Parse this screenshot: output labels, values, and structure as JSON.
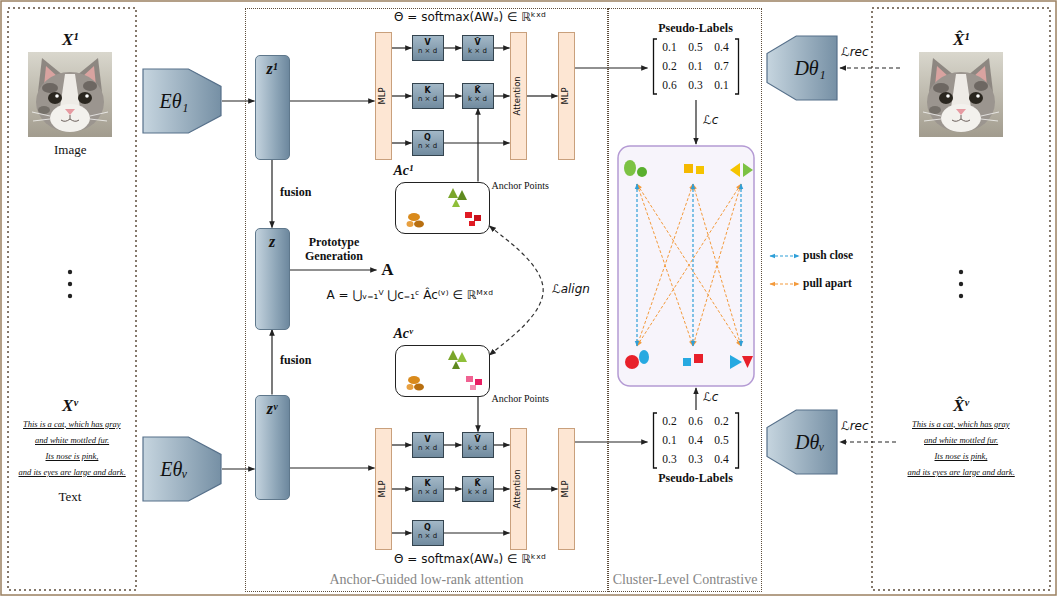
{
  "diagram": {
    "nodes": [
      {
        "text": [
          "Eθ₁"
        ]
      },
      {
        "text": [
          "Eθᵥ"
        ]
      },
      {
        "text": [
          "Anchor-Guided low-rank attention"
        ]
      },
      {
        "text": [
          "z¹"
        ],
        "in": 2
      },
      {
        "text": [
          "z"
        ],
        "in": 2
      },
      {
        "text": [
          "zᵛ"
        ],
        "in": 2
      },
      {
        "text": [
          "A"
        ],
        "in": 2
      },
      {
        "text": [
          "MLP"
        ],
        "in": 2
      },
      {
        "text": [
          "V",
          "n × d"
        ],
        "in": 2
      },
      {
        "text": [
          "V̂",
          "k × d"
        ],
        "in": 2
      },
      {
        "text": [
          "K",
          "n × d"
        ],
        "in": 2
      },
      {
        "text": [
          "K̂",
          "k × d"
        ],
        "in": 2
      },
      {
        "text": [
          "Q",
          "n × d"
        ],
        "in": 2
      },
      {
        "text": [
          "Attention"
        ],
        "in": 2
      },
      {
        "text": [
          "MLP"
        ],
        "in": 2
      },
      {
        "text": [
          "Ac¹",
          "Anchor Points"
        ],
        "in": 2
      },
      {
        "text": [
          "Acᵛ",
          "Anchor Points"
        ],
        "in": 2
      },
      {
        "text": [
          "MLP"
        ],
        "in": 2
      },
      {
        "text": [
          "V",
          "n × d"
        ],
        "in": 2
      },
      {
        "text": [
          "V̂",
          "k × d"
        ],
        "in": 2
      },
      {
        "text": [
          "K",
          "n × d"
        ],
        "in": 2
      },
      {
        "text": [
          "K̂",
          "k × d"
        ],
        "in": 2
      },
      {
        "text": [
          "Q",
          "n × d"
        ],
        "in": 2
      },
      {
        "text": [
          "Attention"
        ],
        "in": 2
      },
      {
        "text": [
          "MLP"
        ],
        "in": 2
      },
      {
        "text": [
          "Cluster-Level Contrastive"
        ]
      },
      {
        "text": [
          "Pseudo-Labels",
          "0.1",
          "0.5",
          "0.4",
          "0.2",
          "0.1",
          "0.7",
          "0.6",
          "0.3",
          "0.1"
        ],
        "in": 25
      },
      {
        "text": [
          "Pseudo-Labels",
          "0.2",
          "0.6",
          "0.2",
          "0.1",
          "0.4",
          "0.5",
          "0.3",
          "0.3",
          "0.4"
        ],
        "in": 25
      },
      {
        "text": [
          "Dθ₁"
        ]
      },
      {
        "text": [
          "Dθᵥ"
        ]
      }
    ],
    "edges": [
      {
        "from": 0,
        "to": 3,
        "arrow": "to"
      },
      {
        "from": 1,
        "to": 5,
        "arrow": "to"
      },
      {
        "from": 3,
        "to": 4,
        "label": "fusion",
        "arrow": "to"
      },
      {
        "from": 5,
        "to": 4,
        "label": "fusion",
        "arrow": "to"
      },
      {
        "from": 4,
        "to": 6,
        "label": "Prototype Generation",
        "arrow": "to"
      },
      {
        "from": 3,
        "to": 7,
        "arrow": "to"
      },
      {
        "from": 7,
        "to": 8,
        "arrow": "to"
      },
      {
        "from": 7,
        "to": 10,
        "arrow": "to"
      },
      {
        "from": 7,
        "to": 12,
        "arrow": "to"
      },
      {
        "from": 8,
        "to": 9,
        "arrow": "to"
      },
      {
        "from": 10,
        "to": 11,
        "arrow": "to"
      },
      {
        "from": 9,
        "to": 13,
        "arrow": "to"
      },
      {
        "from": 11,
        "to": 13,
        "arrow": "to"
      },
      {
        "from": 12,
        "to": 13,
        "arrow": "to"
      },
      {
        "from": 13,
        "to": 14,
        "arrow": "to"
      },
      {
        "from": 14,
        "to": 26,
        "arrow": "to"
      },
      {
        "from": 15,
        "to": 11,
        "arrow": "to"
      },
      {
        "from": 15,
        "to": 16,
        "label": "ℒalign",
        "arrow": "both"
      },
      {
        "from": 16,
        "to": 19,
        "arrow": "to"
      },
      {
        "from": 5,
        "to": 17,
        "arrow": "to"
      },
      {
        "from": 17,
        "to": 18,
        "arrow": "to"
      },
      {
        "from": 17,
        "to": 20,
        "arrow": "to"
      },
      {
        "from": 17,
        "to": 22,
        "arrow": "to"
      },
      {
        "from": 18,
        "to": 19,
        "arrow": "to"
      },
      {
        "from": 20,
        "to": 21,
        "arrow": "to"
      },
      {
        "from": 19,
        "to": 23,
        "arrow": "to"
      },
      {
        "from": 21,
        "to": 23,
        "arrow": "to"
      },
      {
        "from": 22,
        "to": 23,
        "arrow": "to"
      },
      {
        "from": 23,
        "to": 24,
        "arrow": "to"
      },
      {
        "from": 24,
        "to": 27,
        "arrow": "to"
      }
    ],
    "labels": [
      "Θ = softmax(AWₐ) ∈ ℝᵏˣᵈ",
      "Θ = softmax(AWₐ) ∈ ℝᵏˣᵈ",
      "X¹",
      "Image",
      "Xᵛ",
      "This is a cat, which has gray",
      "and white mottled fur.",
      "Its nose is pink,",
      "and its eyes are large and dark.",
      "Text",
      "A = ⋃ᵥ₌₁ⱽ ⋃c₌₁ᶜ Âc⁽ᵛ⁾ ∈ ℝᴹˣᵈ",
      "ℒc",
      "ℒc",
      "ℒrec",
      "ℒrec",
      "X̂¹",
      "X̂ᵛ",
      "This is a cat, which has gray",
      "and white mottled fur.",
      "Its nose is pink,",
      "and its eyes are large and dark."
    ],
    "legend": [
      {
        "text": "push close"
      },
      {
        "text": "pull apart"
      }
    ]
  }
}
